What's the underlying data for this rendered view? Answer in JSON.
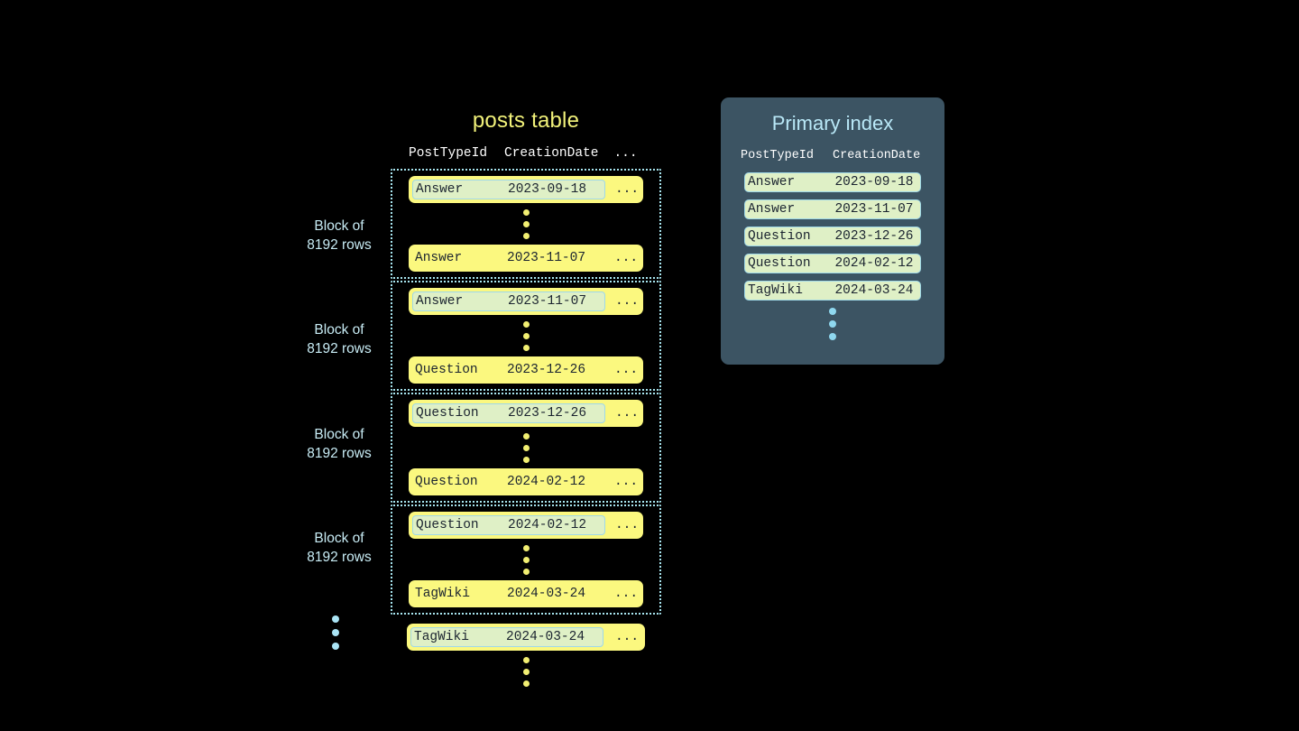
{
  "posts_table": {
    "title": "posts table",
    "columns": [
      "PostTypeId",
      "CreationDate",
      "..."
    ],
    "blocks": [
      {
        "label_line1": "Block of",
        "label_line2": "8192 rows",
        "first_row": {
          "type": "Answer",
          "date": "2023-09-18",
          "more": "...",
          "highlight": true
        },
        "last_row": {
          "type": "Answer",
          "date": "2023-11-07",
          "more": "...",
          "highlight": false
        }
      },
      {
        "label_line1": "Block of",
        "label_line2": "8192 rows",
        "first_row": {
          "type": "Answer",
          "date": "2023-11-07",
          "more": "...",
          "highlight": true
        },
        "last_row": {
          "type": "Question",
          "date": "2023-12-26",
          "more": "...",
          "highlight": false
        }
      },
      {
        "label_line1": "Block of",
        "label_line2": "8192 rows",
        "first_row": {
          "type": "Question",
          "date": "2023-12-26",
          "more": "...",
          "highlight": true
        },
        "last_row": {
          "type": "Question",
          "date": "2024-02-12",
          "more": "...",
          "highlight": false
        }
      },
      {
        "label_line1": "Block of",
        "label_line2": "8192 rows",
        "first_row": {
          "type": "Question",
          "date": "2024-02-12",
          "more": "...",
          "highlight": true
        },
        "last_row": {
          "type": "TagWiki",
          "date": "2024-03-24",
          "more": "...",
          "highlight": false
        }
      }
    ],
    "trailing_row": {
      "type": "TagWiki",
      "date": "2024-03-24",
      "more": "...",
      "highlight": true
    }
  },
  "primary_index": {
    "title": "Primary index",
    "columns": [
      "PostTypeId",
      "CreationDate"
    ],
    "rows": [
      {
        "type": "Answer",
        "date": "2023-09-18"
      },
      {
        "type": "Answer",
        "date": "2023-11-07"
      },
      {
        "type": "Question",
        "date": "2023-12-26"
      },
      {
        "type": "Question",
        "date": "2024-02-12"
      },
      {
        "type": "TagWiki",
        "date": "2024-03-24"
      }
    ]
  },
  "colors": {
    "background": "#000000",
    "row_yellow": "#fbf87f",
    "highlight_green": "#dff0c6",
    "cyan": "#a8e6f0",
    "panel": "#3c5463",
    "title_yellow": "#f2f27a"
  }
}
